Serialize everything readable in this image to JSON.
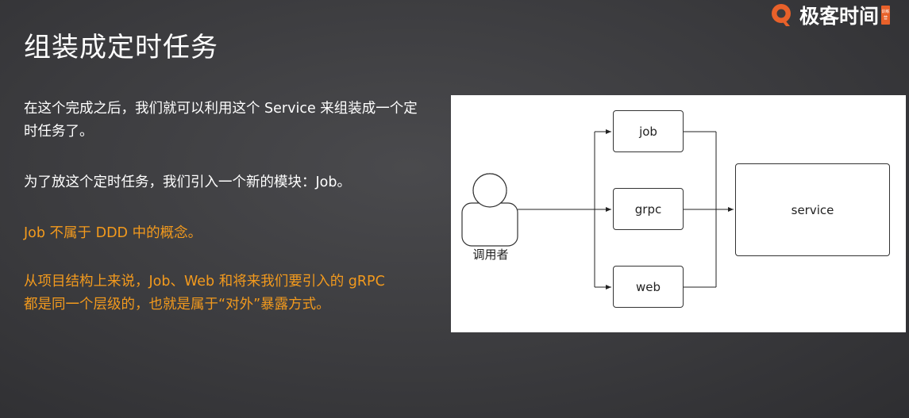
{
  "slide": {
    "title": "组装成定时任务",
    "logo_text": "极客时间",
    "logo_badge": "训练营"
  },
  "paragraphs": {
    "p1": "在这个完成之后，我们就可以利用这个 Service 来组装成一个定时任务了。",
    "p2": "为了放这个定时任务，我们引入一个新的模块：Job。",
    "p3": "Job 不属于 DDD 中的概念。",
    "p4": "从项目结构上来说，Job、Web 和将来我们要引入的 gRPC 都是同一个层级的，也就是属于“对外”暴露方式。"
  },
  "diagram": {
    "caller_label": "调用者",
    "nodes": {
      "job": "job",
      "grpc": "grpc",
      "web": "web",
      "service": "service"
    }
  },
  "colors": {
    "text": "#ffffff",
    "highlight": "#f39a1d",
    "logo_accent": "#e8612a"
  }
}
